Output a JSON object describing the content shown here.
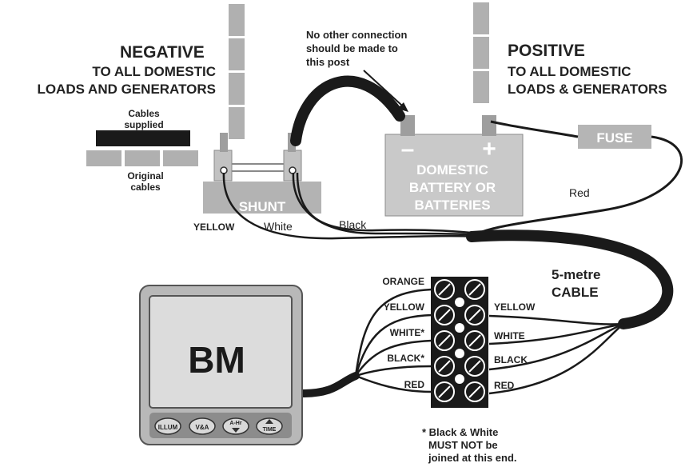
{
  "negative": {
    "title": "NEGATIVE",
    "line1": "TO ALL DOMESTIC",
    "line2": "LOADS AND GENERATORS"
  },
  "positive": {
    "title": "POSITIVE",
    "line1": "TO ALL DOMESTIC",
    "line2": "LOADS & GENERATORS"
  },
  "note_post": [
    "No other connection",
    "should be made to",
    "this post"
  ],
  "cables_supplied": [
    "Cables",
    "supplied"
  ],
  "original_cables": [
    "Original",
    "cables"
  ],
  "shunt_label": "SHUNT",
  "battery": {
    "minus": "–",
    "plus": "+",
    "line1": "DOMESTIC",
    "line2": "BATTERY OR",
    "line3": "BATTERIES"
  },
  "fuse_label": "FUSE",
  "wire_labels": {
    "red": "Red",
    "yellow": "YELLOW",
    "white": "White",
    "black": "Black"
  },
  "cable_label": [
    "5-metre",
    "CABLE"
  ],
  "terminal_left": [
    "ORANGE",
    "YELLOW",
    "WHITE*",
    "BLACK*",
    "RED"
  ],
  "terminal_right": [
    "YELLOW",
    "WHITE",
    "BLACK",
    "RED"
  ],
  "monitor": {
    "display": "BM",
    "buttons": [
      "ILLUM",
      "V&A",
      "A-Hr",
      "TIME"
    ]
  },
  "footnote": [
    "* Black & White",
    "MUST NOT be",
    "joined at this end."
  ],
  "colors": {
    "panel_grey": "#b5b5b5",
    "cable_black": "#1a1a1a",
    "post_grey": "#a6a6a6"
  }
}
